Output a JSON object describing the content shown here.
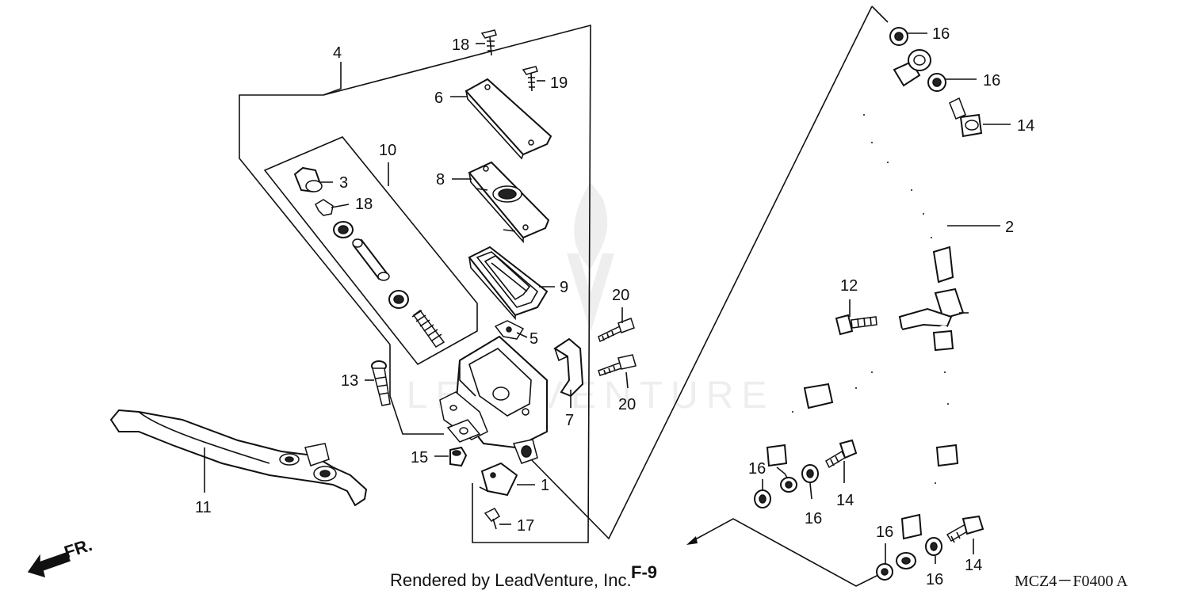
{
  "labels": [
    {
      "id": "1",
      "text": "1"
    },
    {
      "id": "2",
      "text": "2"
    },
    {
      "id": "3",
      "text": "3"
    },
    {
      "id": "4",
      "text": "4"
    },
    {
      "id": "5",
      "text": "5"
    },
    {
      "id": "6",
      "text": "6"
    },
    {
      "id": "7",
      "text": "7"
    },
    {
      "id": "8",
      "text": "8"
    },
    {
      "id": "9",
      "text": "9"
    },
    {
      "id": "10",
      "text": "10"
    },
    {
      "id": "11",
      "text": "11"
    },
    {
      "id": "12",
      "text": "12"
    },
    {
      "id": "13",
      "text": "13"
    },
    {
      "id": "14a",
      "text": "14"
    },
    {
      "id": "14b",
      "text": "14"
    },
    {
      "id": "14c",
      "text": "14"
    },
    {
      "id": "15",
      "text": "15"
    },
    {
      "id": "16a",
      "text": "16"
    },
    {
      "id": "16b",
      "text": "16"
    },
    {
      "id": "16c",
      "text": "16"
    },
    {
      "id": "16d",
      "text": "16"
    },
    {
      "id": "16e",
      "text": "16"
    },
    {
      "id": "16f",
      "text": "16"
    },
    {
      "id": "17",
      "text": "17"
    },
    {
      "id": "18a",
      "text": "18"
    },
    {
      "id": "18b",
      "text": "18"
    },
    {
      "id": "19",
      "text": "19"
    },
    {
      "id": "20a",
      "text": "20"
    },
    {
      "id": "20b",
      "text": "20"
    }
  ],
  "footer": {
    "credit": "Rendered by LeadVenture, Inc.",
    "page_code": "F-9",
    "diagram_code": "MCZ4－F0400 A"
  },
  "direction": {
    "label": "FR."
  },
  "watermark": {
    "text": "LEADVENTURE"
  }
}
